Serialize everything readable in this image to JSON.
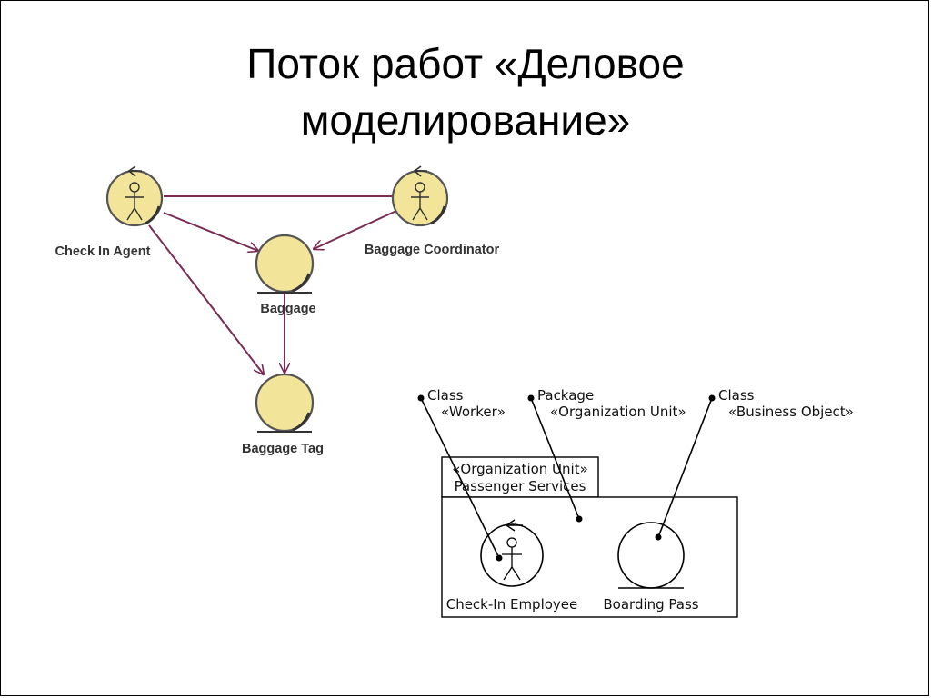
{
  "title": {
    "line1": "Поток работ «Деловое",
    "line2": "моделирование»"
  },
  "colors": {
    "entity_fill": "#f2e59a",
    "entity_stroke": "#555555",
    "arrow": "#7a2c55",
    "ink": "#000000"
  },
  "left_diagram": {
    "workers": [
      {
        "id": "check-in-agent",
        "label": "Check In Agent",
        "icon": "business-worker-icon"
      },
      {
        "id": "baggage-coordinator",
        "label": "Baggage Coordinator",
        "icon": "business-worker-icon"
      }
    ],
    "entities": [
      {
        "id": "baggage",
        "label": "Baggage",
        "icon": "business-entity-icon"
      },
      {
        "id": "baggage-tag",
        "label": "Baggage Tag",
        "icon": "business-entity-icon"
      }
    ],
    "links": [
      {
        "from": "check-in-agent",
        "to": "baggage-coordinator",
        "kind": "association"
      },
      {
        "from": "check-in-agent",
        "to": "baggage",
        "kind": "arrow"
      },
      {
        "from": "baggage-coordinator",
        "to": "baggage",
        "kind": "arrow"
      },
      {
        "from": "check-in-agent",
        "to": "baggage-tag",
        "kind": "arrow"
      },
      {
        "from": "baggage",
        "to": "baggage-tag",
        "kind": "arrow"
      }
    ]
  },
  "right_diagram": {
    "callouts": [
      {
        "id": "worker-class",
        "line1": "Class",
        "line2": "«Worker»"
      },
      {
        "id": "package",
        "line1": "Package",
        "line2": "«Organization Unit»"
      },
      {
        "id": "business-object-class",
        "line1": "Class",
        "line2": "«Business Object»"
      }
    ],
    "package": {
      "tab_line1": "«Organization Unit»",
      "tab_line2": "Passenger Services"
    },
    "elements": [
      {
        "id": "check-in-employee",
        "label": "Check-In Employee",
        "icon": "business-worker-icon"
      },
      {
        "id": "boarding-pass",
        "label": "Boarding Pass",
        "icon": "business-entity-icon"
      }
    ]
  }
}
